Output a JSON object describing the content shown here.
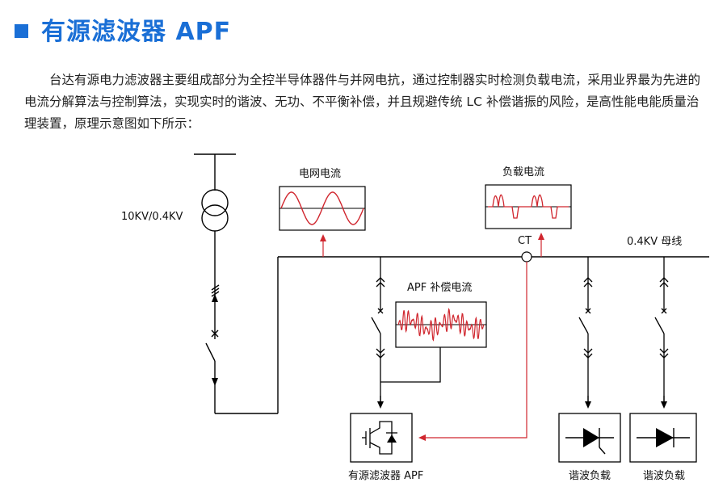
{
  "title": "有源滤波器 APF",
  "intro": "台达有源电力滤波器主要组成部分为全控半导体器件与并网电抗，通过控制器实时检测负载电流，采用业界最为先进的电流分解算法与控制算法，实现实时的谐波、无功、不平衡补偿，并且规避传统 LC 补偿谐振的风险，是高性能电能质量治理装置，原理示意图如下所示：",
  "diagram": {
    "transformer_label": "10KV/0.4KV",
    "grid_current_label": "电网电流",
    "load_current_label": "负载电流",
    "ct_label": "CT",
    "bus_label": "0.4KV 母线",
    "apf_current_label": "APF 补偿电流",
    "apf_label": "有源滤波器 APF",
    "load1_label": "谐波负载",
    "load2_label": "谐波负载"
  },
  "colors": {
    "accent": "#1a6fd6",
    "signal": "#d0262e",
    "line": "#000000"
  }
}
